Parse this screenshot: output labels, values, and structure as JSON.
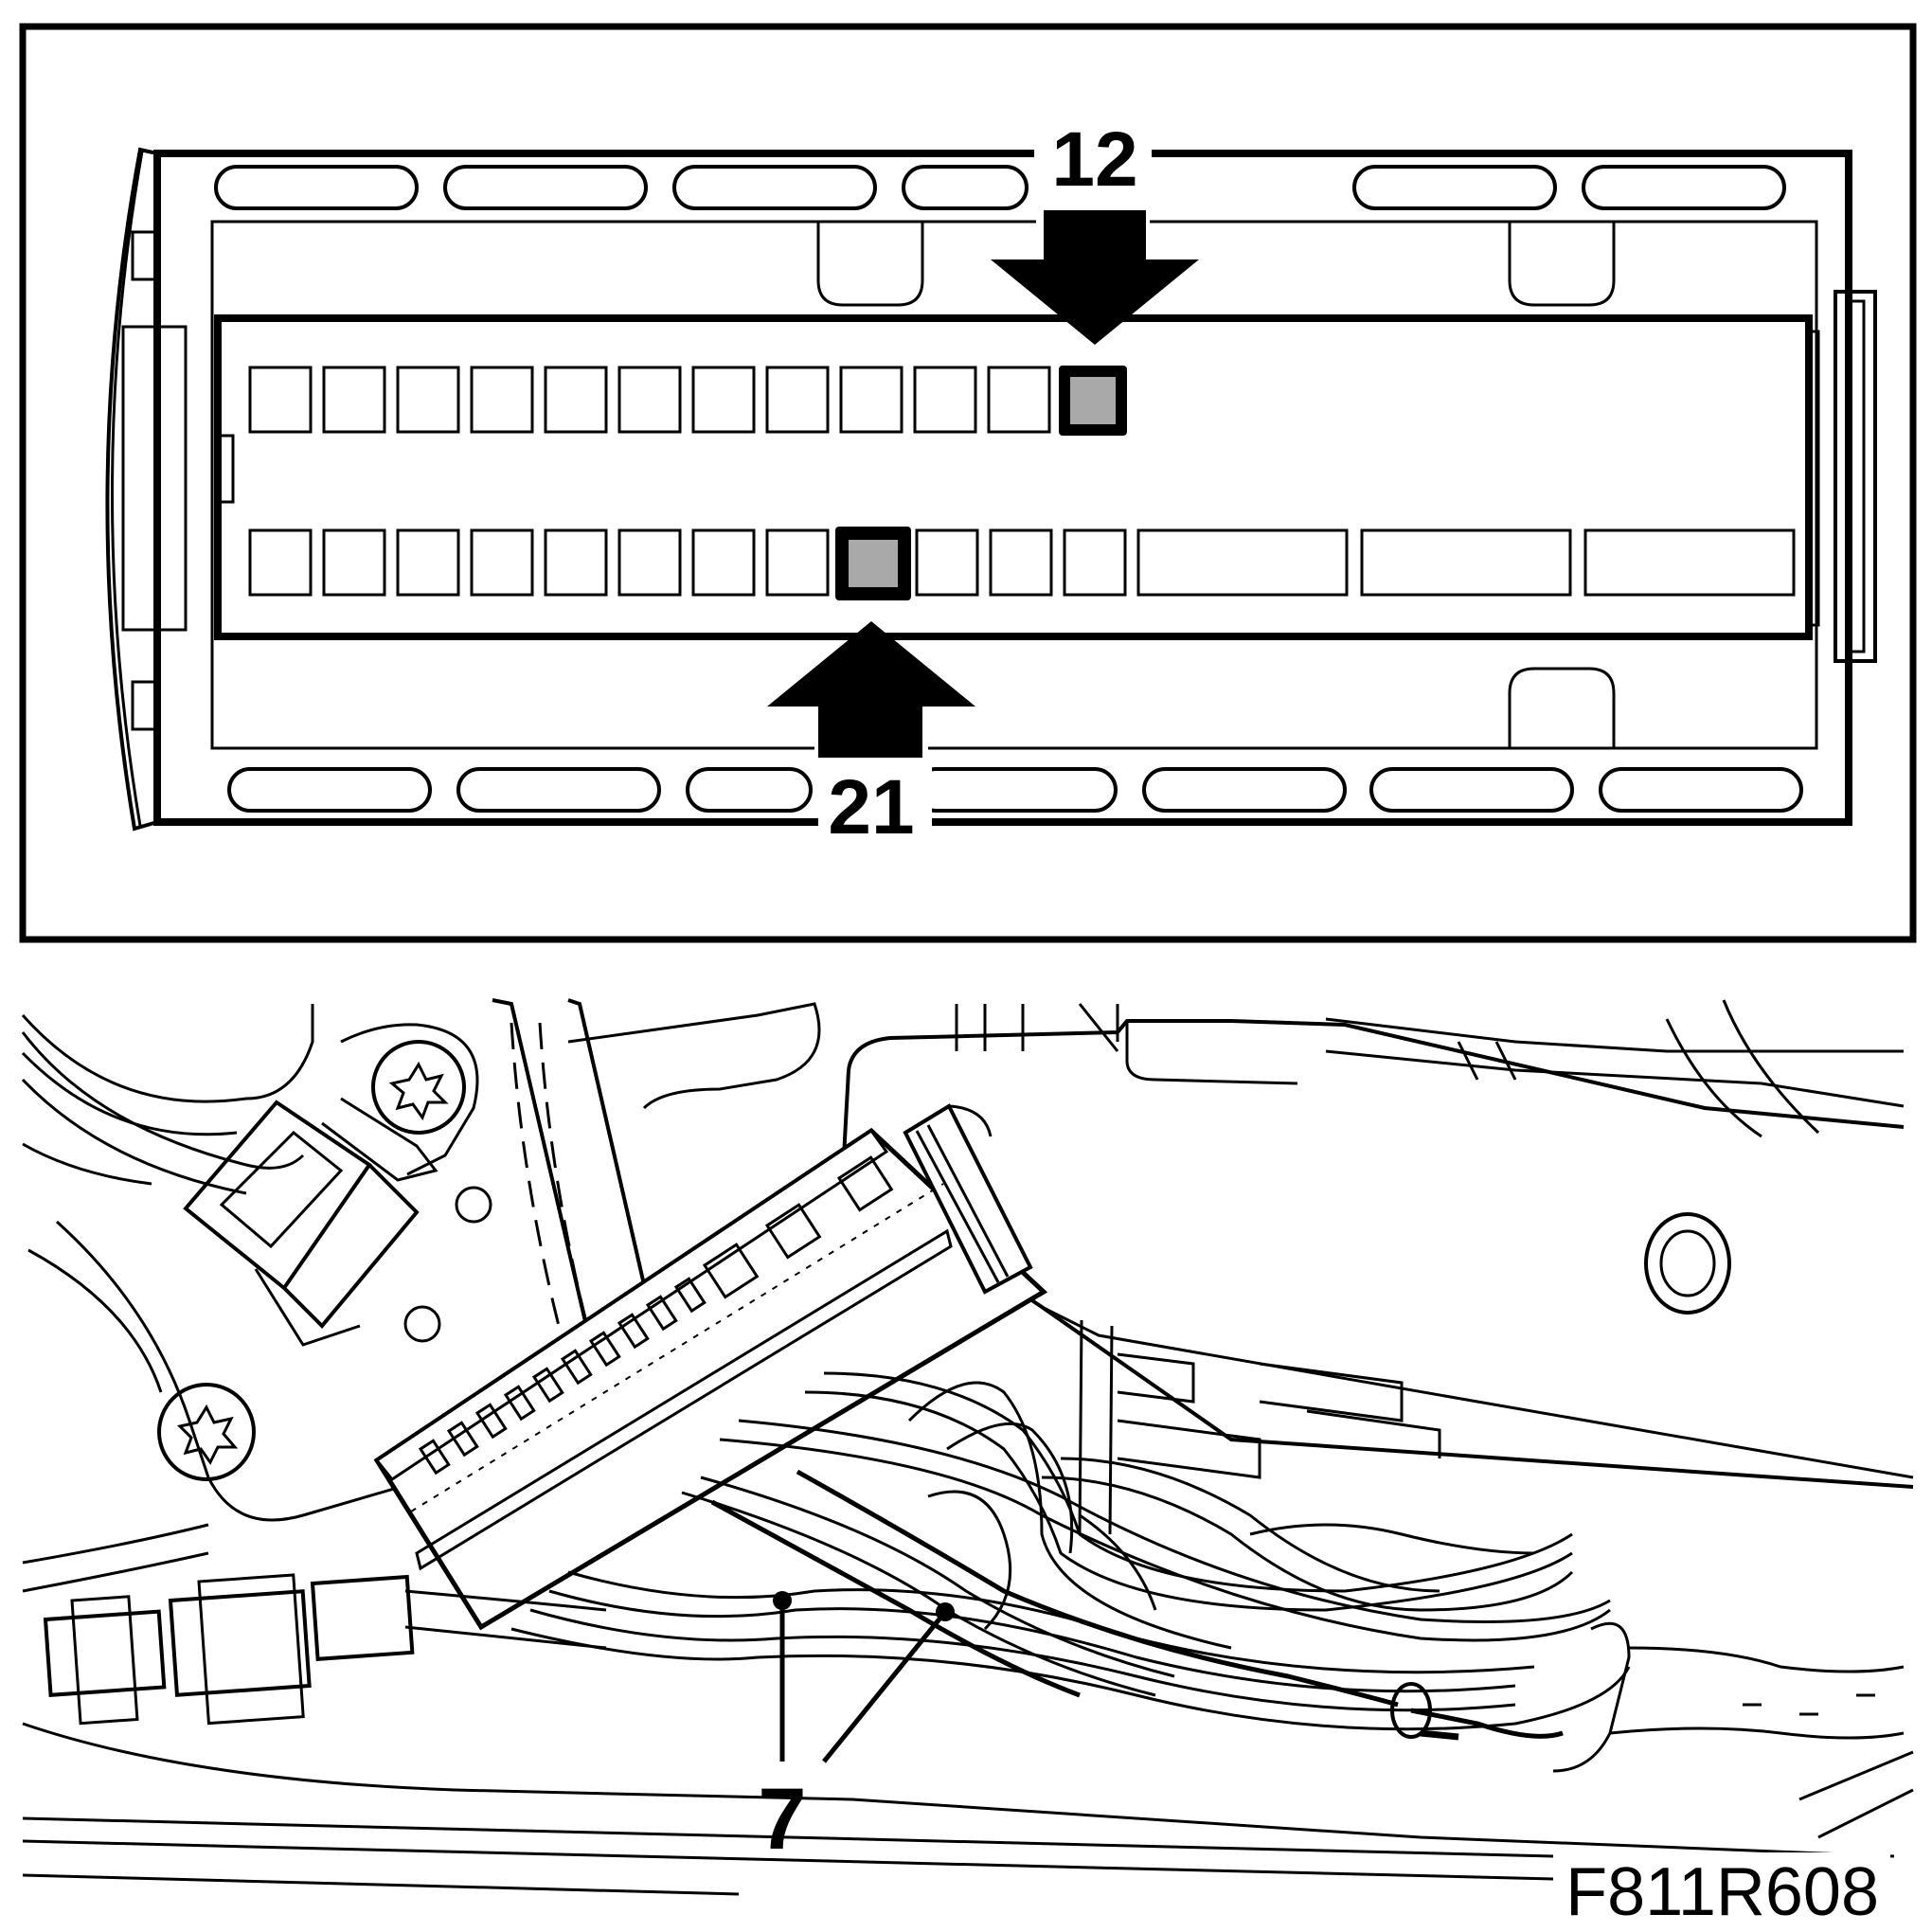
{
  "callouts": {
    "pin_top": "12",
    "pin_bottom": "21",
    "wire": "7"
  },
  "figure_code": "F811R608",
  "colors": {
    "line": "#000000",
    "highlight_pin": "#a9a9a9",
    "background": "#ffffff"
  }
}
